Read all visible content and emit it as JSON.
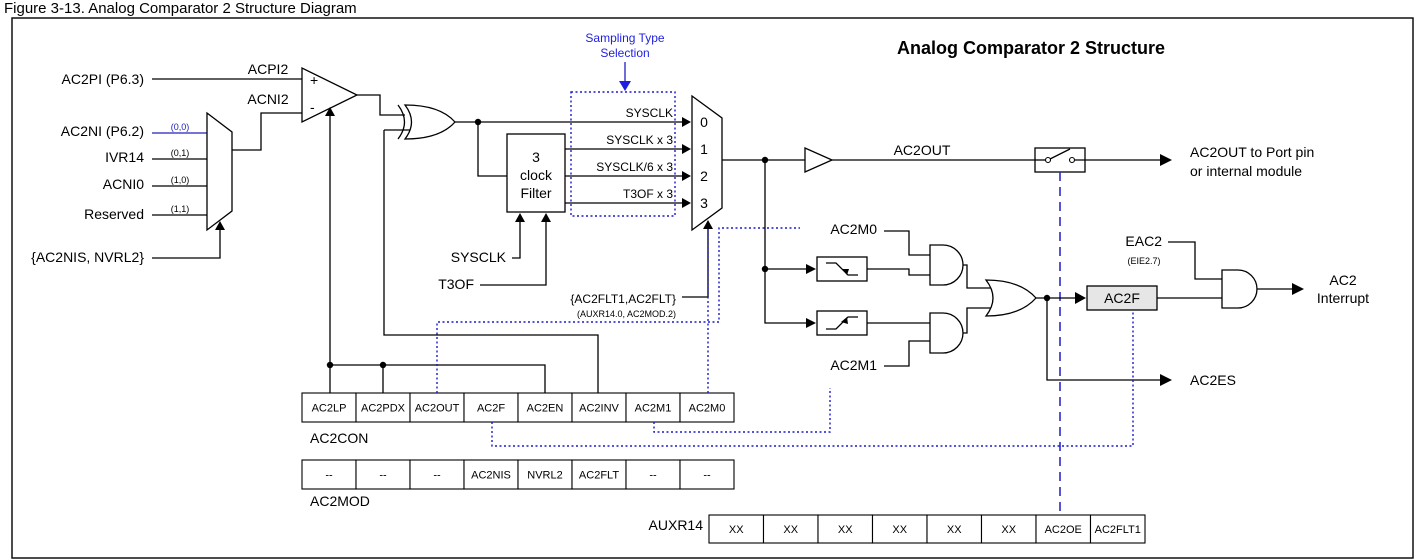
{
  "header_caption": "Figure 3-13. Analog Comparator 2 Structure Diagram",
  "title": "Analog Comparator 2 Structure",
  "sampling_label_line1": "Sampling Type",
  "sampling_label_line2": "Selection",
  "inputs": {
    "ac2pi": "AC2PI (P6.3)",
    "ac2ni": "AC2NI (P6.2)",
    "ivr14": "IVR14",
    "acni0": "ACNI0",
    "reserved": "Reserved",
    "nis_sel": "{AC2NIS, NVRL2}"
  },
  "mux_codes": [
    "(0,0)",
    "(0,1)",
    "(1,0)",
    "(1,1)"
  ],
  "acpi2": "ACPI2",
  "acni2": "ACNI2",
  "plus": "+",
  "minus": "-",
  "filter_line1": "3",
  "filter_line2": "clock",
  "filter_line3": "Filter",
  "filter_sysclk": "SYSCLK",
  "filter_t3of": "T3OF",
  "mux_inputs": [
    "SYSCLK",
    "SYSCLK x 3",
    "SYSCLK/6 x 3",
    "T3OF x 3"
  ],
  "mux_numbers": [
    "0",
    "1",
    "2",
    "3"
  ],
  "flt_sel_line1": "{AC2FLT1,AC2FLT}",
  "flt_sel_line2": "(AUXR14.0, AC2MOD.2)",
  "ac2out": "AC2OUT",
  "output_line1": "AC2OUT to Port pin",
  "output_line2": "or internal module",
  "ac2m0": "AC2M0",
  "ac2m1": "AC2M1",
  "eac2": "EAC2",
  "eie": "(EIE2.7)",
  "ac2f_box": "AC2F",
  "interrupt_line1": "AC2",
  "interrupt_line2": "Interrupt",
  "ac2es": "AC2ES",
  "ac2con": {
    "name": "AC2CON",
    "bits": [
      "AC2LP",
      "AC2PDX",
      "AC2OUT",
      "AC2F",
      "AC2EN",
      "AC2INV",
      "AC2M1",
      "AC2M0"
    ]
  },
  "ac2mod": {
    "name": "AC2MOD",
    "bits": [
      "--",
      "--",
      "--",
      "AC2NIS",
      "NVRL2",
      "AC2FLT",
      "--",
      "--"
    ]
  },
  "auxr14": {
    "name": "AUXR14",
    "bits": [
      "XX",
      "XX",
      "XX",
      "XX",
      "XX",
      "XX",
      "AC2OE",
      "AC2FLT1"
    ]
  },
  "colors": {
    "signal_dotted": "#1a1acc",
    "signal_dashed": "#2a2acc",
    "title_blue": "#1f1fe0",
    "register_fill": "#ffffff",
    "flag_fill": "#e6e6e6"
  }
}
